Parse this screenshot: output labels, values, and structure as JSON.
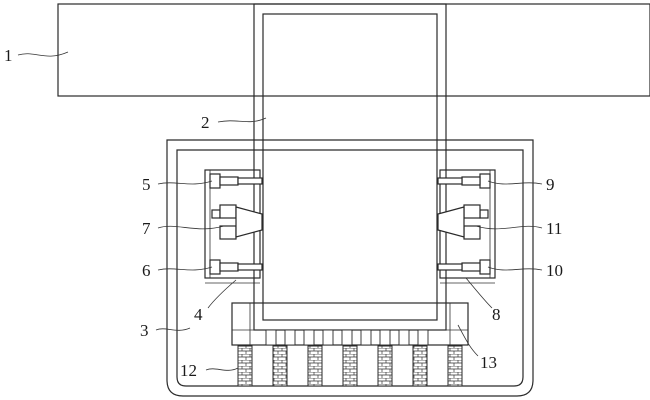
{
  "diagram": {
    "labels": [
      {
        "id": "1",
        "text": "1"
      },
      {
        "id": "2",
        "text": "2"
      },
      {
        "id": "3",
        "text": "3"
      },
      {
        "id": "4",
        "text": "4"
      },
      {
        "id": "5",
        "text": "5"
      },
      {
        "id": "6",
        "text": "6"
      },
      {
        "id": "7",
        "text": "7"
      },
      {
        "id": "8",
        "text": "8"
      },
      {
        "id": "9",
        "text": "9"
      },
      {
        "id": "10",
        "text": "10"
      },
      {
        "id": "11",
        "text": "11"
      },
      {
        "id": "12",
        "text": "12"
      },
      {
        "id": "13",
        "text": "13"
      }
    ]
  }
}
